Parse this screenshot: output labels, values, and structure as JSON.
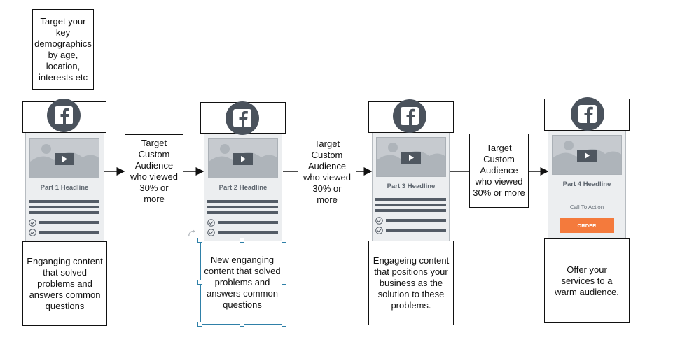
{
  "intro_note": "Target your key demographics by age, location, interests etc",
  "stages": [
    {
      "headline": "Part 1 Headline",
      "description": "Enganging content that solved problems and answers common questions"
    },
    {
      "headline": "Part 2 Headline",
      "description": "New enganging content that solved problems and answers common questions"
    },
    {
      "headline": "Part 3 Headline",
      "description": "Engageing content that positions your business as the solution to these problems."
    },
    {
      "headline": "Part 4 Headline",
      "call_to_action": "Call To Action",
      "button_label": "ORDER",
      "description": "Offer your services to a warm audience."
    }
  ],
  "targeting_boxes": [
    "Target Custom Audience who viewed 30% or more",
    "Target Custom Audience who viewed 30% or more",
    "Target Custom Audience who viewed 30% or more"
  ],
  "icons": {
    "facebook": "facebook-icon",
    "video": "video-play-icon",
    "check": "check-circle-icon",
    "rotate": "rotate-handle-icon"
  },
  "colors": {
    "facebook_circle": "#4a525c",
    "phone_bg": "#eceef0",
    "thumbnail": "#c6cacf",
    "order_button": "#f47a3c",
    "selection": "#2f80a8"
  }
}
